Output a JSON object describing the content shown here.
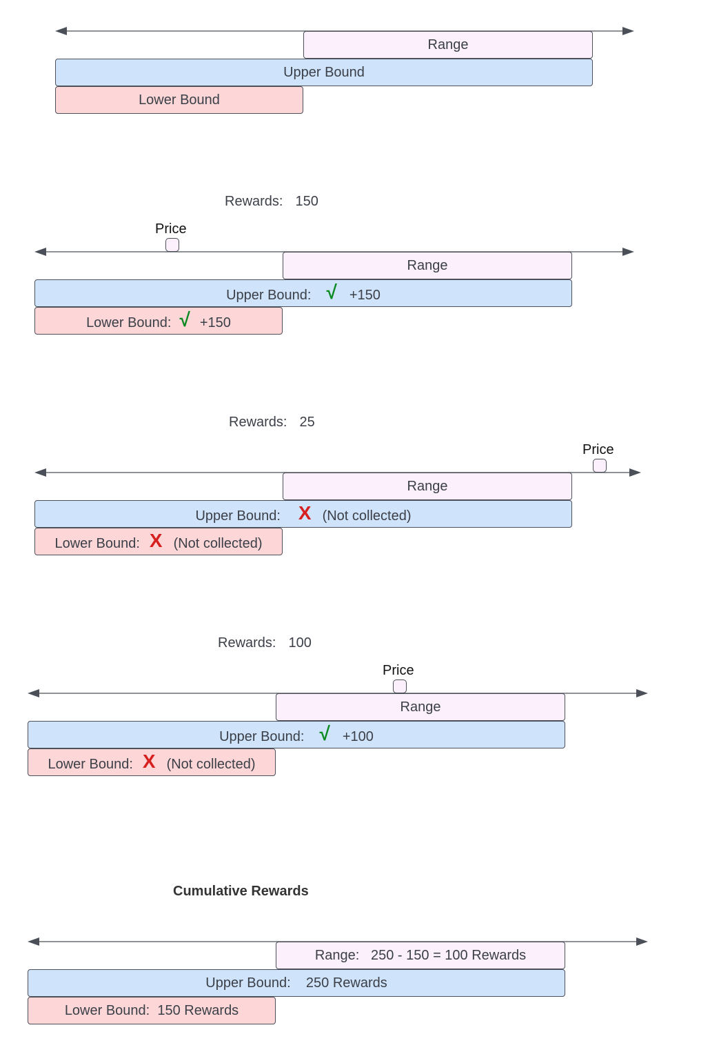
{
  "s1": {
    "range": "Range",
    "upper": "Upper Bound",
    "lower": "Lower Bound"
  },
  "s2": {
    "rewards_label": "Rewards:",
    "rewards_value": "150",
    "price": "Price",
    "range": "Range",
    "upper_label": "Upper Bound:",
    "upper_mark": "√",
    "upper_value": "+150",
    "lower_label": "Lower Bound:",
    "lower_mark": "√",
    "lower_value": "+150"
  },
  "s3": {
    "rewards_label": "Rewards:",
    "rewards_value": "25",
    "price": "Price",
    "range": "Range",
    "upper_label": "Upper Bound:",
    "upper_mark": "X",
    "upper_value": "(Not collected)",
    "lower_label": "Lower Bound:",
    "lower_mark": "X",
    "lower_value": "(Not collected)"
  },
  "s4": {
    "rewards_label": "Rewards:",
    "rewards_value": "100",
    "price": "Price",
    "range": "Range",
    "upper_label": "Upper Bound:",
    "upper_mark": "√",
    "upper_value": "+100",
    "lower_label": "Lower Bound:",
    "lower_mark": "X",
    "lower_value": "(Not collected)"
  },
  "s5": {
    "title": "Cumulative Rewards",
    "range": "Range:   250 - 150 = 100 Rewards",
    "upper": "Upper Bound:    250 Rewards",
    "lower": "Lower Bound:  150 Rewards"
  },
  "colors": {
    "range_fill": "#fbf0fc",
    "upper_fill": "#cfe3fb",
    "lower_fill": "#fdd7d8",
    "check": "#0a8a20",
    "cross": "#d62020"
  }
}
